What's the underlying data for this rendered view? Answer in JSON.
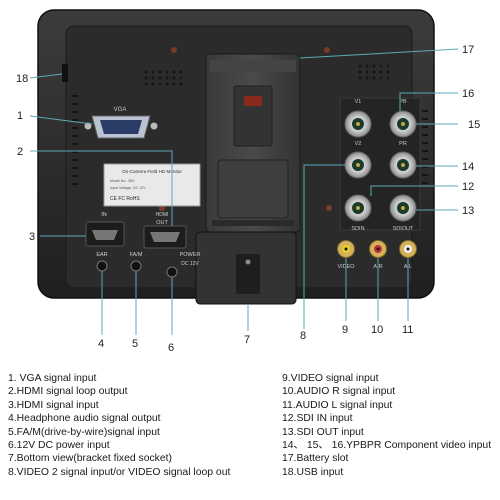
{
  "callouts": [
    "1",
    "2",
    "3",
    "4",
    "5",
    "6",
    "7",
    "8",
    "9",
    "10",
    "11",
    "12",
    "13",
    "14",
    "15",
    "16",
    "17",
    "18"
  ],
  "panel_labels": {
    "vga": "VGA",
    "hdmi": "HDMI",
    "hdmi_in": "IN",
    "hdmi_out": "OUT",
    "ear": "EAR",
    "fa_m": "FA/M",
    "power": "POWER",
    "power_spec": "DC 12V",
    "v1": "V1",
    "pb": "PB",
    "v2": "V2",
    "pr": "PR",
    "sdi_in": "SDIN",
    "sdi_out": "SDIOUT",
    "video": "VIDEO",
    "audio_r": "A.R",
    "audio_l": "A.L",
    "sticker_title": "On-Camera Field HD Monitor",
    "sticker_line1": "Model No.: 569",
    "sticker_line2": "Input Voltage: DC 12V",
    "sticker_marks": "CE FC RoHS"
  },
  "legend_left": [
    "1. VGA   signal input",
    "2.HDMI  signal loop output",
    "3.HDMI  signal input",
    "4.Headphone audio signal output",
    "5.FA/M(drive-by-wire)signal input",
    "6.12V DC power input",
    "7.Bottom view(bracket fixed socket)",
    "8.VIDEO 2 signal input/or VIDEO signal loop out"
  ],
  "legend_right": [
    "9.VIDEO signal input",
    "10.AUDIO R signal input",
    "11.AUDIO L signal input",
    "12.SDI IN    input",
    "13.SDI OUT  input",
    "14、 15、 16.YPBPR Component video input",
    "17.Battery slot",
    "18.USB   input"
  ],
  "colors": {
    "body": "#2a2a2a",
    "bezel": "#3a3a3a",
    "leader": "#5aaab8",
    "callout_text": "#222222",
    "port_gold": "#c9a24a"
  }
}
